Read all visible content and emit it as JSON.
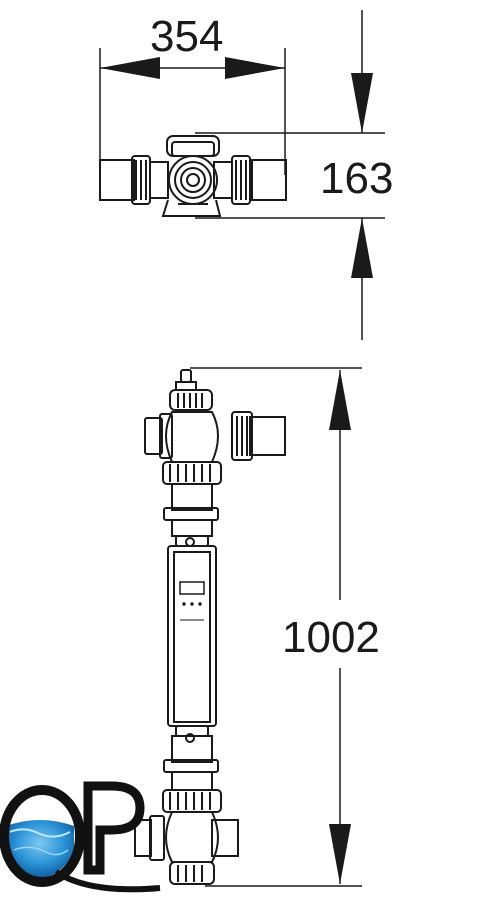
{
  "dimensions": {
    "width": "354",
    "depth": "163",
    "height": "1002"
  },
  "logo": {
    "text": "QP",
    "water_color": "#1f8fd6"
  },
  "colors": {
    "line": "#1a1a1a",
    "background": "#ffffff"
  }
}
